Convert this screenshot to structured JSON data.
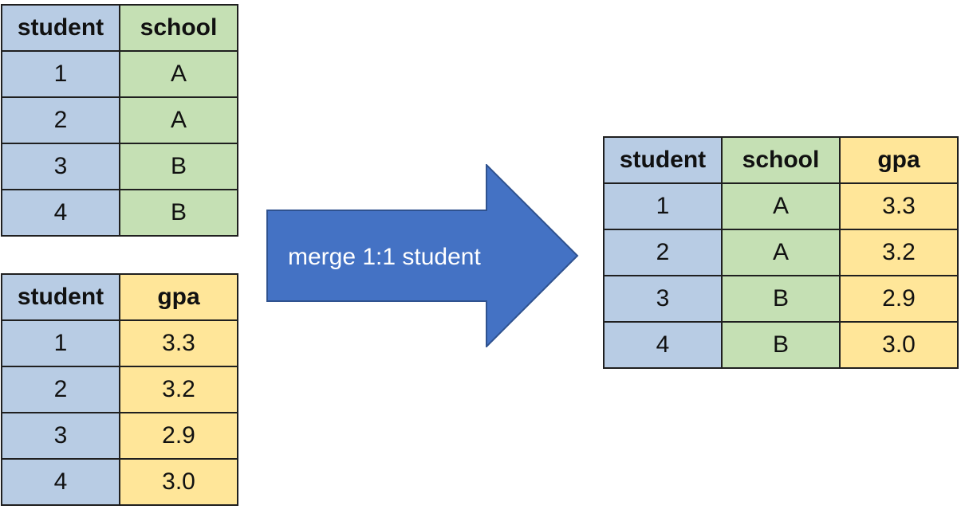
{
  "colors": {
    "student": "#b8cce4",
    "school": "#c5e0b4",
    "gpa": "#ffe699",
    "arrow_fill": "#4472c4",
    "arrow_stroke": "#2f528f",
    "border": "#1f1f1f"
  },
  "arrow": {
    "label": "merge 1:1 student"
  },
  "tables": {
    "school": {
      "headers": [
        "student",
        "school"
      ],
      "rows": [
        [
          "1",
          "A"
        ],
        [
          "2",
          "A"
        ],
        [
          "3",
          "B"
        ],
        [
          "4",
          "B"
        ]
      ]
    },
    "gpa": {
      "headers": [
        "student",
        "gpa"
      ],
      "rows": [
        [
          "1",
          "3.3"
        ],
        [
          "2",
          "3.2"
        ],
        [
          "3",
          "2.9"
        ],
        [
          "4",
          "3.0"
        ]
      ]
    },
    "merged": {
      "headers": [
        "student",
        "school",
        "gpa"
      ],
      "rows": [
        [
          "1",
          "A",
          "3.3"
        ],
        [
          "2",
          "A",
          "3.2"
        ],
        [
          "3",
          "B",
          "2.9"
        ],
        [
          "4",
          "B",
          "3.0"
        ]
      ]
    }
  }
}
